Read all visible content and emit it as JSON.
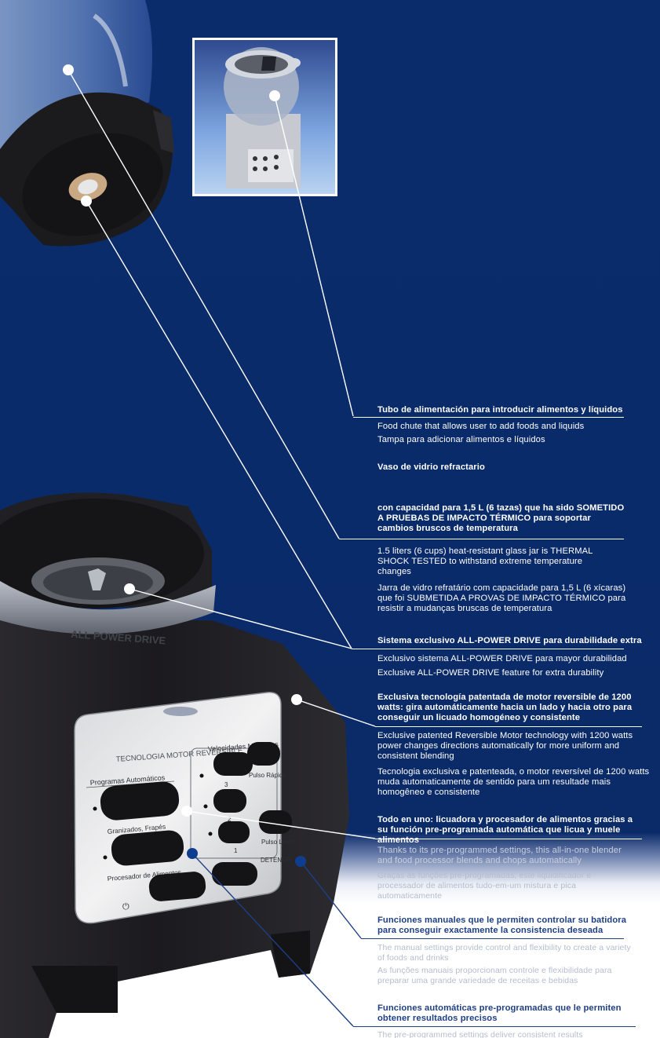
{
  "feature_blocks": {
    "chute_es": "Tubo de  alimentación para introducir alimentos y líquidos",
    "chute_en": "Food chute that allows user to add foods and liquids",
    "chute_pt": "Tampa para adicionar alimentos e líquidos",
    "jar_title": "Vaso de vidrio refractario",
    "jar_es": "con capacidad para 1,5 L (6 tazas) que ha sido SOMETIDO A PRUEBAS DE IMPACTO TÉRMICO para soportar cambios bruscos de temperatura",
    "jar_en": "1.5 liters (6 cups) heat-resistant  glass jar is THERMAL SHOCK TESTED to withstand extreme temperature changes",
    "jar_pt": "Jarra de vidro refratário com capacidade para 1,5 L (6 xícaras) que foi SUBMETIDA A PROVAS DE IMPACTO TÉRMICO para resistir a mudanças bruscas de temperatura",
    "drive_es": "Sistema exclusivo ALL-POWER DRIVE   para durabilidade extra",
    "drive_es2": "Exclusivo sistema ALL-POWER DRIVE   para mayor durabilidad",
    "drive_en": "Exclusive ALL-POWER  DRIVE  feature for extra durability",
    "motor_es": "Exclusiva tecnología patentada de motor reversible de 1200 watts: gira automáticamente hacia un lado y hacia otro para conseguir un licuado homogéneo y consistente",
    "motor_en": "Exclusive patented Reversible Motor technology with 1200 watts power changes directions automatically for more uniform and consistent blending",
    "motor_pt": "Tecnologia exclusiva e patenteada, o motor reversível de 1200 watts muda automaticamente de sentido para um resultade mais homogêneo e consistente",
    "allinone_es": "Todo en uno: licuadora y procesador de alimentos gracias a su función pre-programada automática que licua y muele alimentos",
    "allinone_en": "Thanks to its pre-programmed settings, this all-in-one blender and food processor blends and chops automatically",
    "allinone_pt": "Graças às funções pré-programadas, este liquidificador e processador de alimentos tudo-em-um mistura e pica automaticamente",
    "manual_es": "Funciones manuales que le permiten controlar su batidora para conseguir exactamente la consistencia deseada",
    "manual_en": "The manual settings provide control and flexibility to create a variety of foods and drinks",
    "manual_pt": "As funções manuais proporcionam controle e flexibilidade para preparar uma grande variedade de receitas e bebidas",
    "auto_es": "Funciones automáticas pre-programadas que le permiten obtener resultados precisos",
    "auto_en": "The pre-programmed settings deliver consistent results"
  },
  "panel": {
    "header": "TECNOLOGIA MOTOR REVERSIBLE",
    "programs_title": "Programas Automáticos",
    "manual_title": "Velocidades Manuales",
    "btn_granizados": "Granizados, Frapés",
    "btn_procesador": "Procesador de Alimentos",
    "btn_pulso_rapido": "Pulso Rápido",
    "btn_pulso_lento": "Pulso Lento",
    "btn_detener": "DETENER",
    "speed_3": "3",
    "speed_2": "2",
    "speed_1": "1"
  },
  "collar_text": "ALL POWER DRIVE",
  "colors": {
    "background_blue": "#0b2c6b",
    "base_black": "#1c1b1f",
    "callout_line": "#ffffff",
    "callout_line_dark": "#1e3f85",
    "dot_blue": "#0f3e90"
  }
}
